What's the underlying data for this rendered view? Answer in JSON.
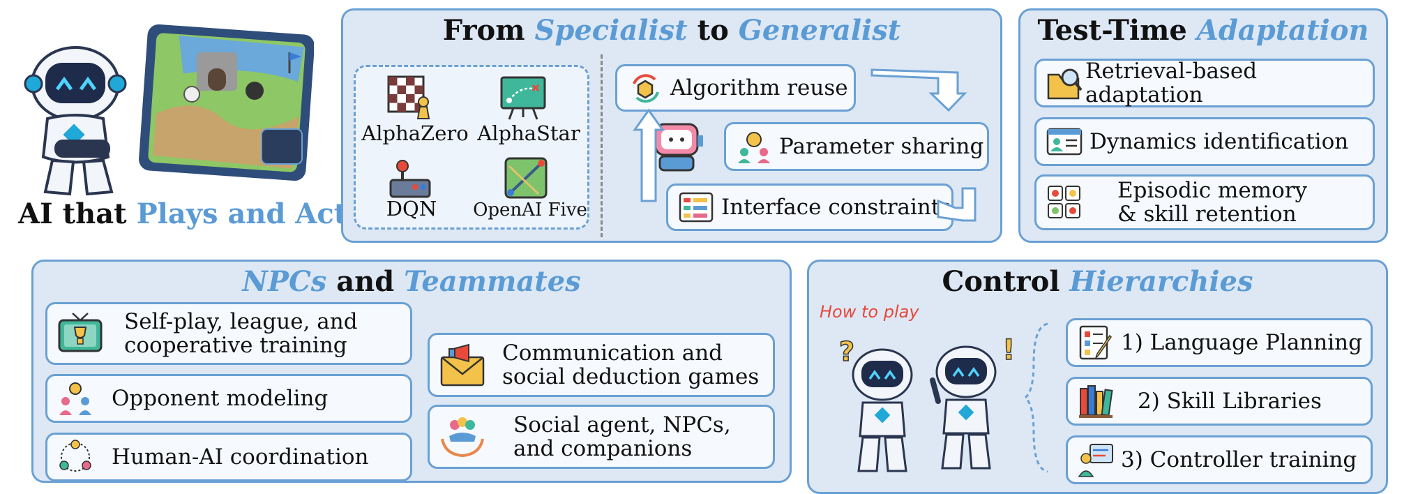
{
  "hero": {
    "title_part1": "AI that",
    "title_part2": "Plays and Acts"
  },
  "specialist": {
    "title_part1": "From",
    "title_accent1": "Specialist",
    "title_part2": "to",
    "title_accent2": "Generalist",
    "agents": [
      "AlphaZero",
      "AlphaStar",
      "DQN",
      "OpenAI Five"
    ],
    "steps": [
      "Algorithm reuse",
      "Parameter sharing",
      "Interface constraints"
    ]
  },
  "tta": {
    "title_part1": "Test-Time",
    "title_accent": "Adaptation",
    "items": [
      "Retrieval-based adaptation",
      "Dynamics identification",
      "Episodic memory",
      "& skill retention"
    ]
  },
  "npc": {
    "title_accent1": "NPCs",
    "title_part": "and",
    "title_accent2": "Teammates",
    "left": [
      "Self-play, league, and",
      "cooperative training",
      "Opponent modeling",
      "Human-AI coordination"
    ],
    "right": [
      "Communication and",
      "social deduction games",
      "Social agent, NPCs,",
      "and companions"
    ]
  },
  "control": {
    "title_part1": "Control",
    "title_accent": "Hierarchies",
    "note": "How to play",
    "items": [
      "1) Language Planning",
      "2) Skill Libraries",
      "3) Controller training"
    ]
  },
  "colors": {
    "accent": "#5b9bd5",
    "panel_bg": "#dde8f4",
    "border": "#6aa0d4",
    "note": "#e8473a"
  }
}
